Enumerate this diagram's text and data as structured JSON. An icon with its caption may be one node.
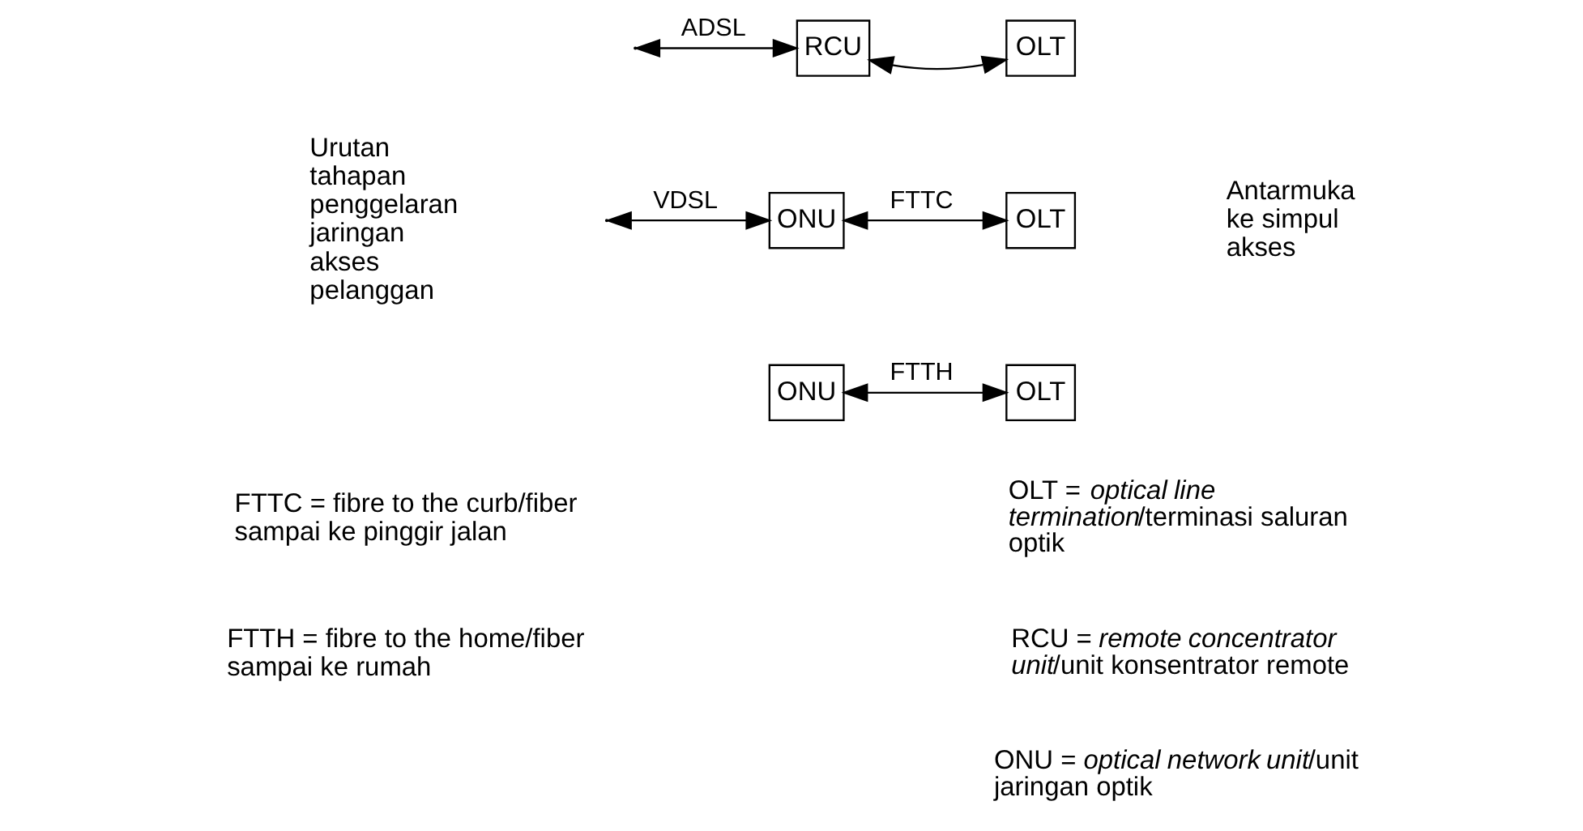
{
  "diagram": {
    "nodes": [
      {
        "text": [
          "RCU"
        ]
      },
      {
        "text": [
          "OLT"
        ]
      },
      {
        "text": [
          "ONU"
        ]
      },
      {
        "text": [
          "OLT"
        ]
      },
      {
        "text": [
          "ONU"
        ]
      },
      {
        "text": [
          "OLT"
        ]
      }
    ],
    "edges": [
      {
        "from": null,
        "to": 0,
        "arrow": "both",
        "label": "ADSL"
      },
      {
        "from": 0,
        "to": 1,
        "arrow": "both"
      },
      {
        "from": null,
        "to": 2,
        "arrow": "both",
        "label": "VDSL"
      },
      {
        "from": 2,
        "to": 3,
        "arrow": "both",
        "label": "FTTC"
      },
      {
        "from": 4,
        "to": 5,
        "arrow": "both",
        "label": "FTTH"
      }
    ],
    "labels": [
      "Urutan tahapan penggelaran jaringan akses pelanggan",
      "Antarmuka ke simpul akses",
      "FTTC = fibre to the curb/fiber sampai ke pinggir jalan",
      "FTTH = fibre to the home/fiber sampai ke rumah",
      "OLT = *optical line termination*/terminasi saluran optik",
      "RCU = *remote concentrator unit*/unit konsentrator remote",
      "ONU = *optical network unit*/unit jaringan optik"
    ]
  }
}
